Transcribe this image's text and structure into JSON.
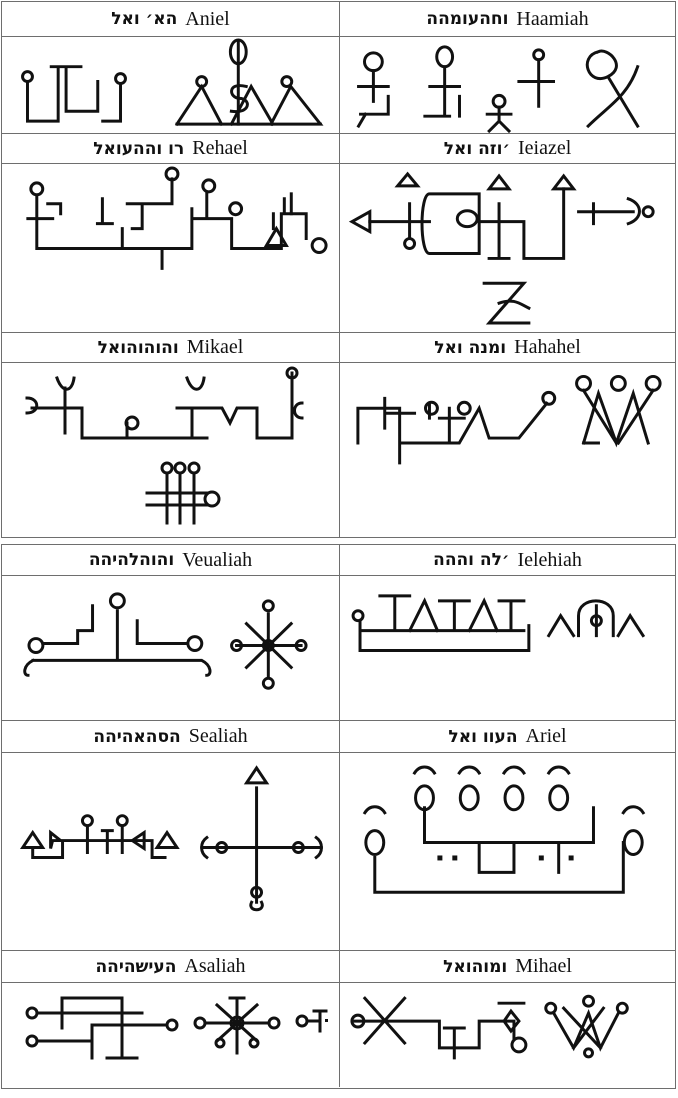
{
  "tables": [
    {
      "rows": [
        {
          "left": {
            "hebrew": "הא׳ ואל",
            "name": "Aniel"
          },
          "right": {
            "hebrew": "וחהעומהה",
            "name": "Haamiah"
          }
        },
        {
          "left": {
            "hebrew": "רו וההעואל",
            "name": "Rehael"
          },
          "right": {
            "hebrew": "׳וזה ואל",
            "name": "Ieiazel"
          }
        },
        {
          "left": {
            "hebrew": "והוהוהואל",
            "name": "Mikael"
          },
          "right": {
            "hebrew": "ומנה ואל",
            "name": "Hahahel"
          }
        }
      ]
    },
    {
      "rows": [
        {
          "left": {
            "hebrew": "והוהלהיהה",
            "name": "Veualiah"
          },
          "right": {
            "hebrew": "׳לה וההה",
            "name": "Ielehiah"
          }
        },
        {
          "left": {
            "hebrew": "הסהאהיהה",
            "name": "Sealiah"
          },
          "right": {
            "hebrew": "העוו ואל",
            "name": "Ariel"
          }
        },
        {
          "left": {
            "hebrew": "העישהיהה",
            "name": "Asaliah"
          },
          "right": {
            "hebrew": "ומוהואל",
            "name": "Mihael"
          }
        }
      ]
    }
  ]
}
